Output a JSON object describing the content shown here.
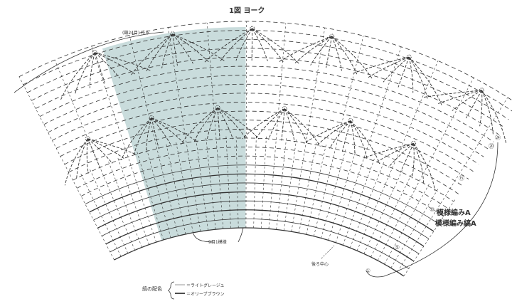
{
  "title": "1図 ヨーク",
  "chain_label": "(鎖24目) 作る",
  "pattern_labels": [
    "模様編みA",
    "模様編み縞A"
  ],
  "repeat_label": "9目1模様",
  "back_center_label": "後ろ中心",
  "rows": {
    "r1": "①",
    "r5": "⑤",
    "r10": "⑩",
    "r15": "⑮",
    "r20": "⑳",
    "r24": "㉔"
  },
  "legend": {
    "title": "縞の配色",
    "items": [
      "＝ライトグレージュ",
      "＝オリーブブラウン"
    ]
  },
  "colors": {
    "shade": "#c9dcdc",
    "line": "#333333"
  }
}
